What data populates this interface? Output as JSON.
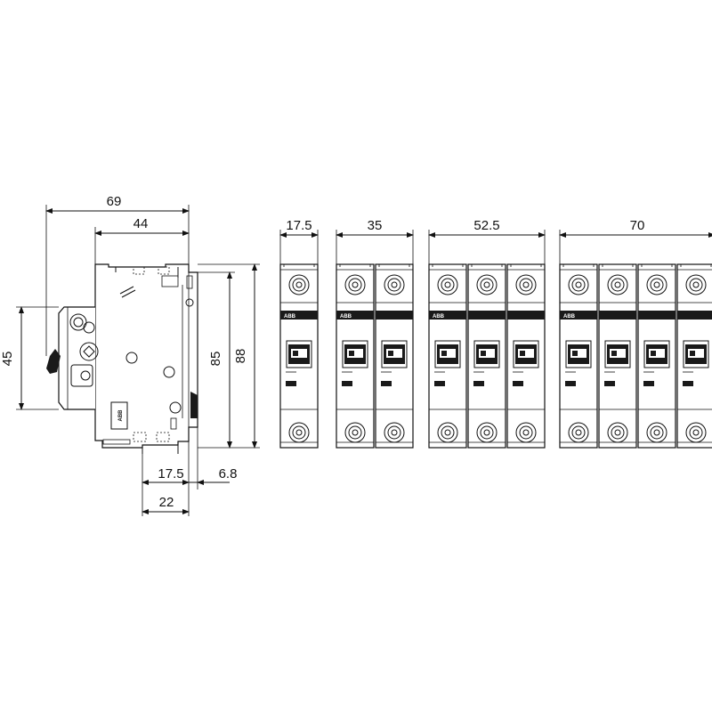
{
  "side_view": {
    "width_total": "69",
    "width_front": "44",
    "height_handle": "45",
    "height_body": "85",
    "height_total": "88",
    "rail_width": "17.5",
    "rail_offset": "6.8",
    "rail_depth": "22"
  },
  "front_views": [
    {
      "width": "17.5",
      "poles": 1
    },
    {
      "width": "35",
      "poles": 2
    },
    {
      "width": "52.5",
      "poles": 3
    },
    {
      "width": "70",
      "poles": 4
    }
  ],
  "brand": "ABB"
}
